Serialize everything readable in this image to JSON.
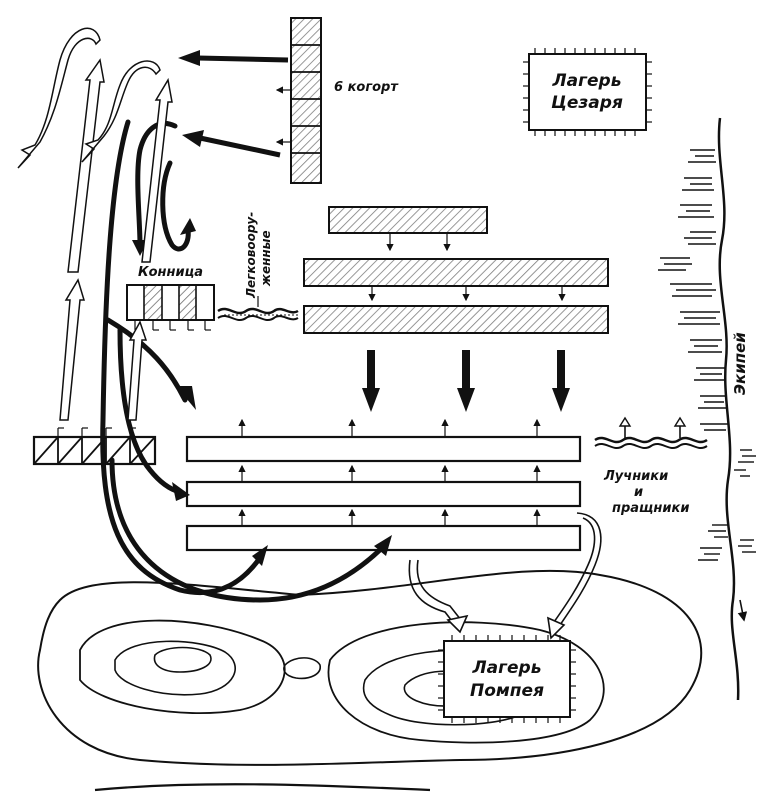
{
  "labels": {
    "cohorts": "6 когорт",
    "caesar_camp_line1": "Лагерь",
    "caesar_camp_line2": "Цезаря",
    "cavalry": "Конница",
    "light_armed_line1": "Легковоору-",
    "light_armed_line2": "женные",
    "river": "Экипей",
    "archers_line1": "Лучники",
    "archers_line2": "и",
    "archers_line3": "пращники",
    "pompey_camp_line1": "Лагерь",
    "pompey_camp_line2": "Помпея"
  },
  "colors": {
    "ink": "#111111",
    "paper": "#ffffff"
  }
}
